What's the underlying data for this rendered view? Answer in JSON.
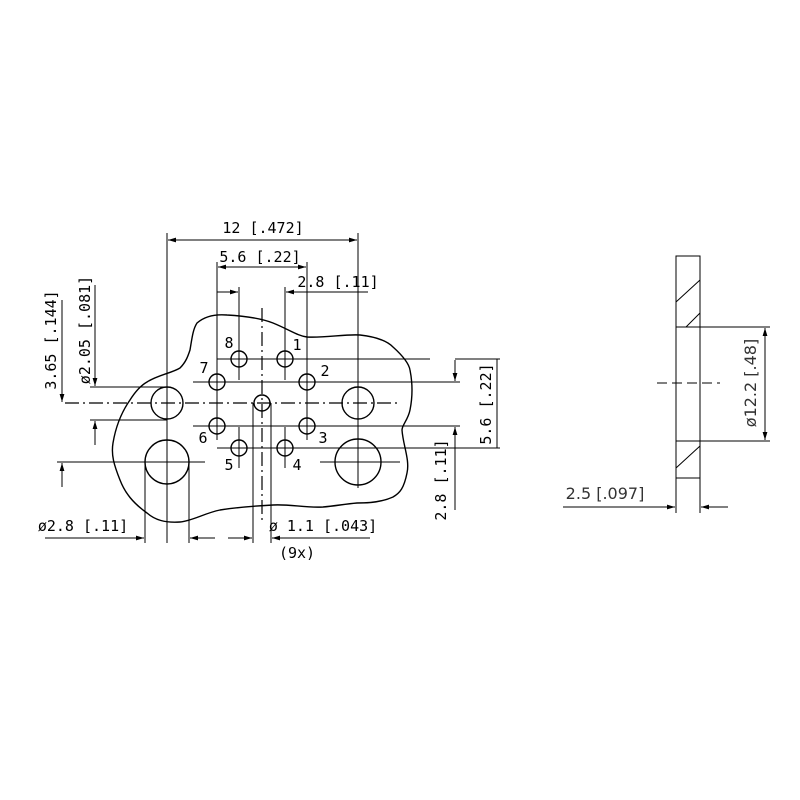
{
  "front_view": {
    "dim_overall_width": "12 [.472]",
    "dim_pin_span": "5.6 [.22]",
    "dim_pin_pitch": "2.8 [.11]",
    "dim_vertical_offset": "3.65 [.144]",
    "dim_small_hole_dia": "ø2.05 [.081]",
    "dim_large_hole_dia": "ø2.8 [.11]",
    "dim_pin_dia": "ø 1.1 [.043]",
    "pin_count_note": "(9x)",
    "dim_pin_row_span": "5.6 [.22]",
    "dim_pin_row_pitch": "2.8 [.11]",
    "pin_labels": [
      "1",
      "2",
      "3",
      "4",
      "5",
      "6",
      "7",
      "8"
    ]
  },
  "side_view": {
    "dim_diameter": "ø12.2 [.48]",
    "dim_thickness": "2.5 [.097]"
  }
}
